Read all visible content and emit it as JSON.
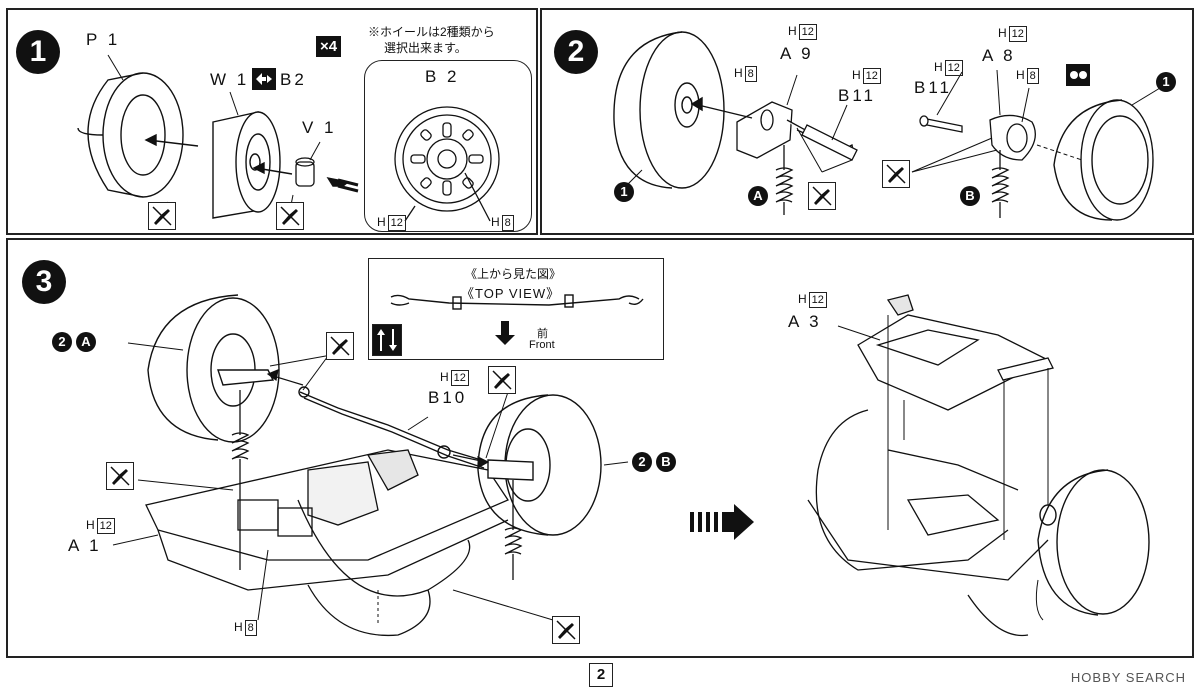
{
  "steps": [
    {
      "number": "1"
    },
    {
      "number": "2"
    },
    {
      "number": "3"
    }
  ],
  "step1": {
    "p1": "P 1",
    "w1": "W 1",
    "b2": "B2",
    "v1": "V 1",
    "count": "×4",
    "note_line1": "※ホイールは2種類から",
    "note_line2": "選択出来ます。",
    "inset_title": "B 2",
    "inset_h12": "12",
    "inset_h8": "8"
  },
  "step2": {
    "h12_a9": "12",
    "a9": "A 9",
    "h8_left": "8",
    "h12_b11": "12",
    "b11": "B11",
    "h12_b11_right": "12",
    "b11_right": "B11",
    "h12_a8": "12",
    "a8": "A 8",
    "h8_right": "8",
    "ref1_left": "1",
    "ref1_right": "1",
    "marker_a": "A",
    "marker_b": "B"
  },
  "step3": {
    "top_view_jp": "《上から見た図》",
    "top_view_en": "《TOP VIEW》",
    "front_jp": "前",
    "front_en": "Front",
    "h12_b10": "12",
    "b10": "B10",
    "ref_2a_num": "2",
    "ref_2a_letter": "A",
    "ref_2b_num": "2",
    "ref_2b_letter": "B",
    "h12_a1": "12",
    "a1": "A 1",
    "h8_bottom": "8",
    "h12_a3": "12",
    "a3": "A 3"
  },
  "page_number": "2",
  "watermark": "HOBBY SEARCH",
  "icons": [
    "glue-icon",
    "arrow-icon",
    "reverse-arrow-icon",
    "wheel-icon",
    "tire-icon",
    "spring-icon",
    "chassis-icon"
  ]
}
